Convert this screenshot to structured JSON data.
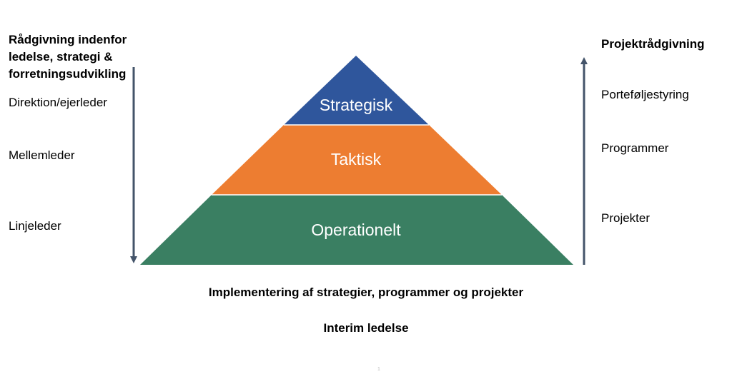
{
  "left": {
    "heading_lines": [
      "Rådgivning indenfor",
      "ledelse, strategi &",
      "forretningsudvikling"
    ],
    "levels": [
      "Direktion/ejerleder",
      "Mellemleder",
      "Linjeleder"
    ]
  },
  "right": {
    "heading": "Projektrådgivning",
    "levels": [
      "Porteføljestyring",
      "Programmer",
      "Projekter"
    ]
  },
  "pyramid": {
    "tiers": [
      {
        "label": "Strategisk",
        "color": "#2f569c"
      },
      {
        "label": "Taktisk",
        "color": "#ed7d31"
      },
      {
        "label": "Operationelt",
        "color": "#3a7f62"
      }
    ]
  },
  "colors": {
    "arrow": "#44546a"
  },
  "captions": {
    "implementation": "Implementering af strategier, programmer og projekter",
    "interim": "Interim ledelse"
  },
  "page_number": "1"
}
